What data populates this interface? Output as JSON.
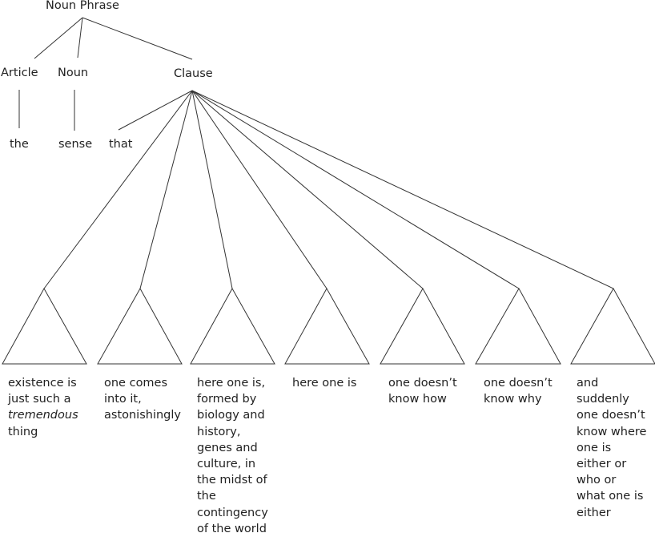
{
  "labels": {
    "noun_phrase": "Noun Phrase",
    "article": "Article",
    "noun": "Noun",
    "clause": "Clause"
  },
  "words": {
    "the": "the",
    "sense": "sense",
    "that": "that"
  },
  "phrases": [
    {
      "lines": [
        {
          "text": "existence is"
        },
        {
          "text": "just such a"
        },
        {
          "text": "tremendous",
          "italic": true
        },
        {
          "text": "thing"
        }
      ]
    },
    {
      "lines": [
        {
          "text": "one comes"
        },
        {
          "text": "into it,"
        },
        {
          "text": "astonishingly"
        }
      ]
    },
    {
      "lines": [
        {
          "text": "here one is,"
        },
        {
          "text": "formed by"
        },
        {
          "text": "biology and"
        },
        {
          "text": "history,"
        },
        {
          "text": "genes and"
        },
        {
          "text": "culture, in"
        },
        {
          "text": "the midst of"
        },
        {
          "text": "the"
        },
        {
          "text": "contingency"
        },
        {
          "text": "of the world"
        }
      ]
    },
    {
      "lines": [
        {
          "text": "here one is"
        }
      ]
    },
    {
      "lines": [
        {
          "text": "one doesn’t"
        },
        {
          "text": "know how"
        }
      ]
    },
    {
      "lines": [
        {
          "text": "one doesn’t"
        },
        {
          "text": "know why"
        }
      ]
    },
    {
      "lines": [
        {
          "text": "and"
        },
        {
          "text": "suddenly"
        },
        {
          "text": "one doesn’t"
        },
        {
          "text": "know where"
        },
        {
          "text": "one is"
        },
        {
          "text": "either or"
        },
        {
          "text": "who or"
        },
        {
          "text": "what one is"
        },
        {
          "text": "either"
        }
      ]
    }
  ],
  "colors": {
    "line": "#333333",
    "text": "#222222"
  }
}
